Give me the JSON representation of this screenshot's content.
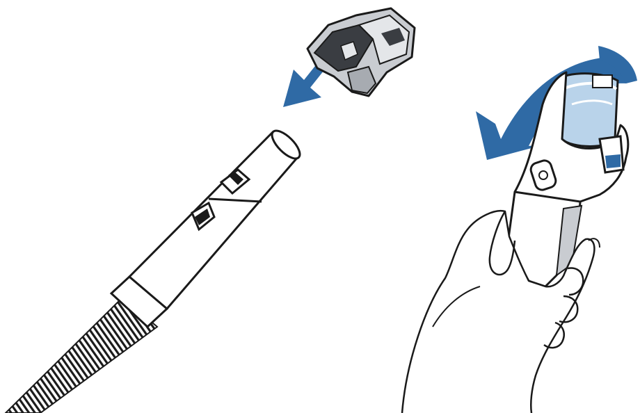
{
  "colors": {
    "arrow": "#2f6aa5",
    "line": "#1a1a1a",
    "tool_fill": "#c9ccd1",
    "tool_dark": "#3a3d42",
    "bin_fill": "#b9d3ea",
    "background": "#ffffff"
  },
  "panels": [
    {
      "id": "left",
      "shows": [
        "flexible-hose",
        "wand-tube",
        "crevice-tool",
        "insert-arrow"
      ]
    },
    {
      "id": "right",
      "shows": [
        "hand",
        "handheld-vacuum",
        "dust-bin",
        "rotate-arrow"
      ]
    }
  ]
}
